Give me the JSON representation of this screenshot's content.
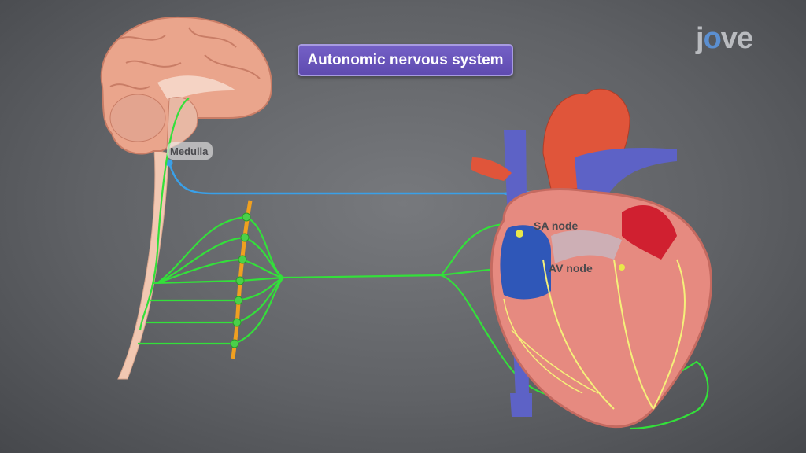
{
  "title": "Autonomic nervous system",
  "logo": {
    "prefix": "j",
    "mark": "o",
    "suffix": "ve"
  },
  "labels": {
    "medulla": "Medulla",
    "sa_node": "SA node",
    "av_node": "AV node"
  },
  "colors": {
    "parasympathetic": "#3aa0e8",
    "sympathetic": "#33e03a",
    "chain": "#f0a020",
    "title_bg": "#6a54b8"
  }
}
